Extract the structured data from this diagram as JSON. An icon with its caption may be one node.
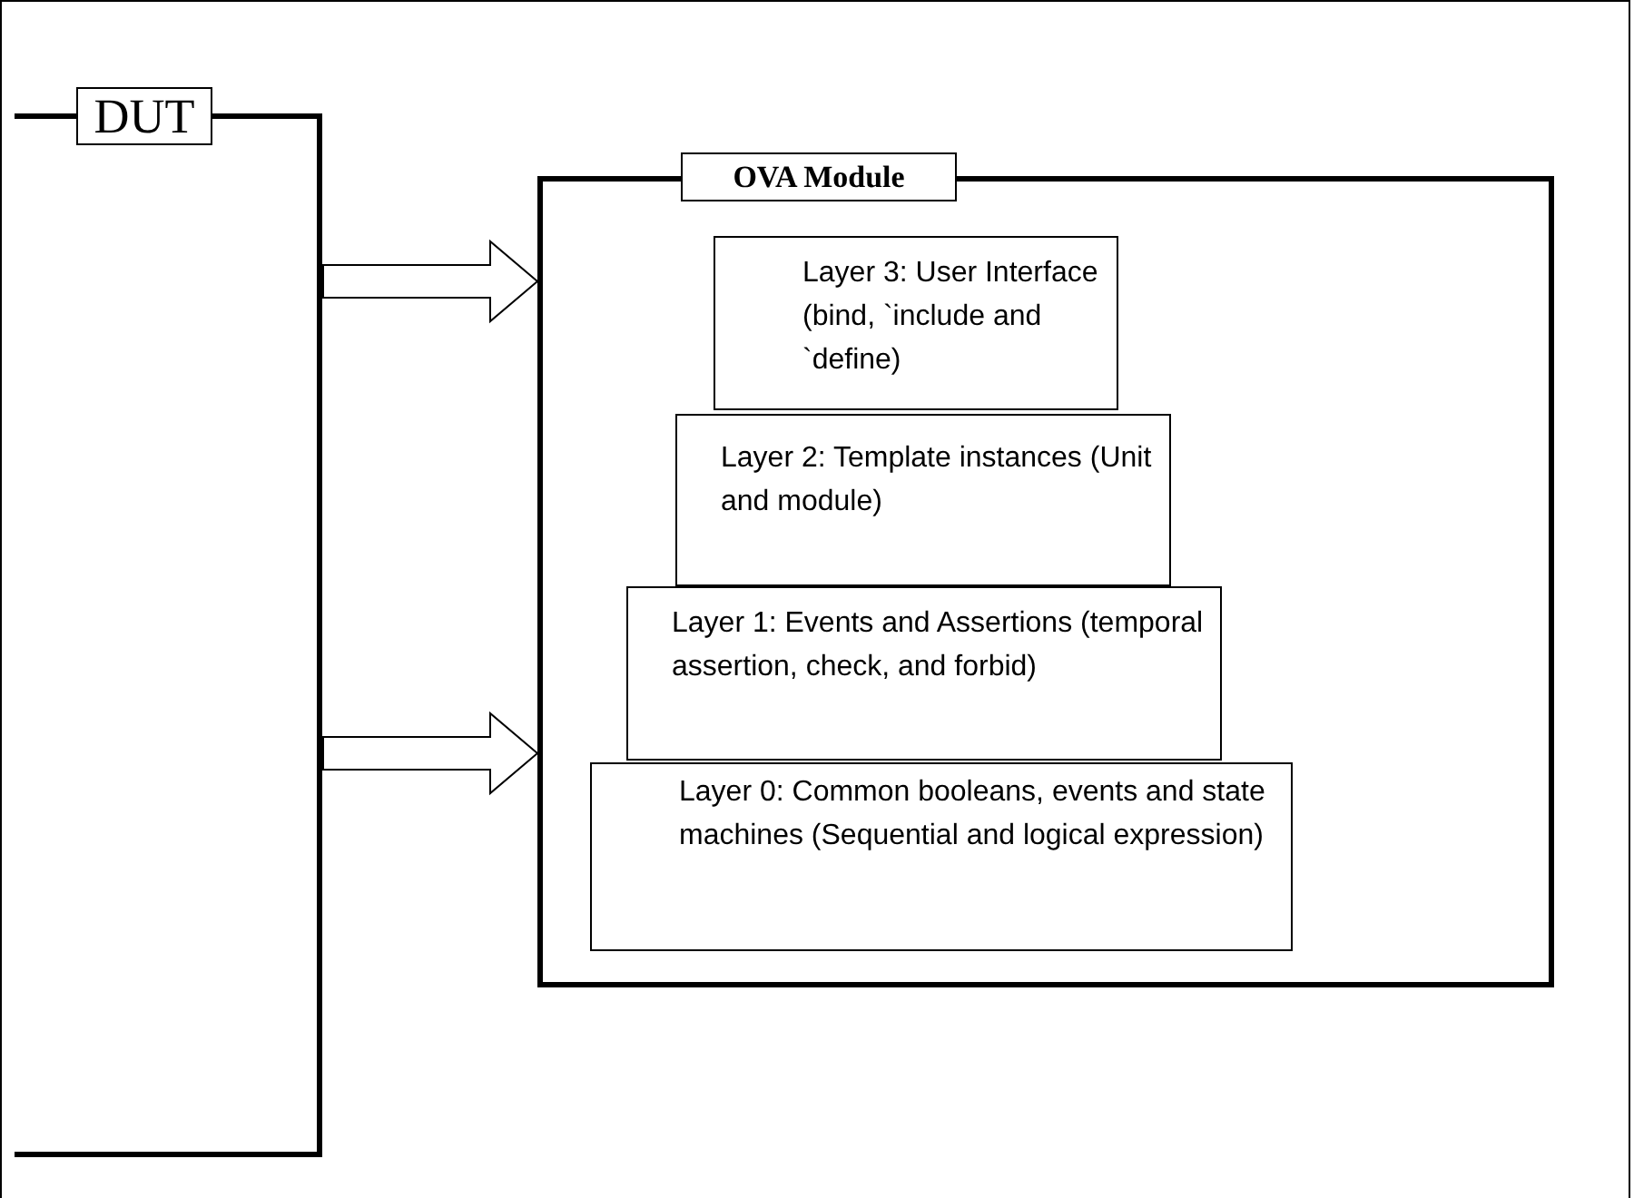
{
  "diagram": {
    "nodes": [
      {
        "text": [
          "DUT"
        ]
      },
      {
        "text": [
          "OVA Module"
        ]
      },
      {
        "text": [
          "Layer 3: User Interface (bind, `include and `define)"
        ],
        "in": 1
      },
      {
        "text": [
          "Layer 2: Template instances (Unit and module)"
        ],
        "in": 1
      },
      {
        "text": [
          "Layer 1: Events and Assertions (temporal assertion, check, and forbid)"
        ],
        "in": 1
      },
      {
        "text": [
          "Layer 0: Common booleans, events and state machines (Sequential and logical expression)"
        ],
        "in": 1
      }
    ],
    "edges": [
      {
        "from": 0,
        "to": 1,
        "arrow": "to",
        "style": "thick"
      },
      {
        "from": 0,
        "to": 1,
        "arrow": "to",
        "style": "thick"
      }
    ]
  }
}
